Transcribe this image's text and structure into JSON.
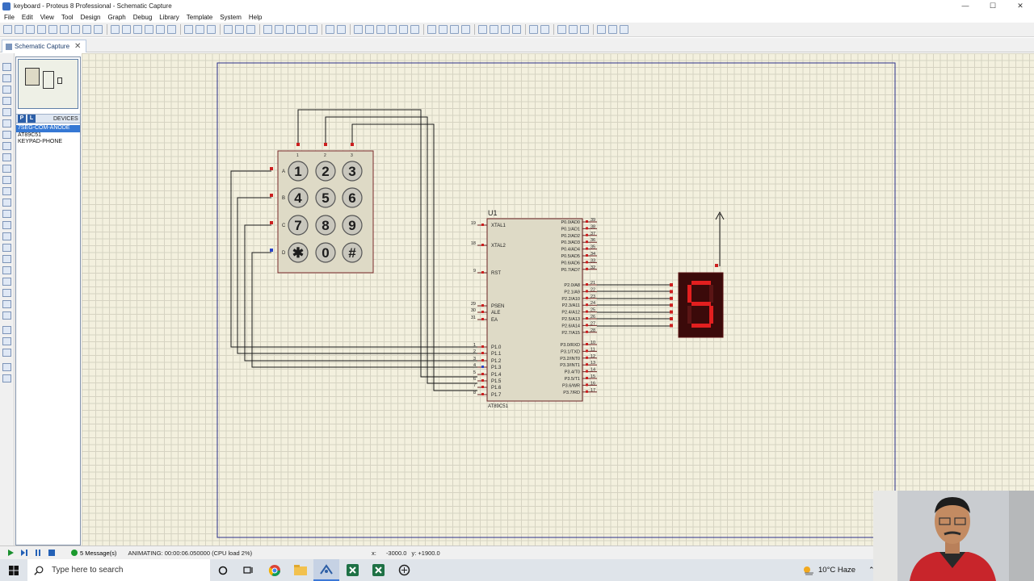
{
  "window": {
    "title": "keyboard - Proteus 8 Professional - Schematic Capture",
    "min": "—",
    "max": "☐",
    "close": "✕"
  },
  "menu": [
    "File",
    "Edit",
    "View",
    "Tool",
    "Design",
    "Graph",
    "Debug",
    "Library",
    "Template",
    "System",
    "Help"
  ],
  "tab": {
    "label": "Schematic Capture",
    "close": "✕"
  },
  "devices": {
    "p_label": "P",
    "l_label": "L",
    "header": "DEVICES",
    "items": [
      "7SEG-COM-ANODE",
      "AT89C51",
      "KEYPAD-PHONE"
    ],
    "selected_index": 0
  },
  "schematic": {
    "keypad": {
      "keys": [
        "1",
        "2",
        "3",
        "4",
        "5",
        "6",
        "7",
        "8",
        "9",
        "✱",
        "0",
        "#"
      ],
      "row_labels": [
        "A",
        "B",
        "C",
        "D"
      ],
      "col_labels": [
        "1",
        "2",
        "3"
      ]
    },
    "mcu": {
      "ref": "U1",
      "part": "AT89C51",
      "left_pins": [
        {
          "num": "19",
          "name": "XTAL1"
        },
        {
          "num": "18",
          "name": "XTAL2"
        },
        {
          "num": "9",
          "name": "RST"
        },
        {
          "num": "29",
          "name": "PSEN"
        },
        {
          "num": "30",
          "name": "ALE"
        },
        {
          "num": "31",
          "name": "EA"
        },
        {
          "num": "1",
          "name": "P1.0"
        },
        {
          "num": "2",
          "name": "P1.1"
        },
        {
          "num": "3",
          "name": "P1.2"
        },
        {
          "num": "4",
          "name": "P1.3"
        },
        {
          "num": "5",
          "name": "P1.4"
        },
        {
          "num": "6",
          "name": "P1.5"
        },
        {
          "num": "7",
          "name": "P1.6"
        },
        {
          "num": "8",
          "name": "P1.7"
        }
      ],
      "right_pins": [
        {
          "num": "39",
          "name": "P0.0/AD0"
        },
        {
          "num": "38",
          "name": "P0.1/AD1"
        },
        {
          "num": "37",
          "name": "P0.2/AD2"
        },
        {
          "num": "36",
          "name": "P0.3/AD3"
        },
        {
          "num": "35",
          "name": "P0.4/AD4"
        },
        {
          "num": "34",
          "name": "P0.5/AD5"
        },
        {
          "num": "33",
          "name": "P0.6/AD6"
        },
        {
          "num": "32",
          "name": "P0.7/AD7"
        },
        {
          "num": "21",
          "name": "P2.0/A8"
        },
        {
          "num": "22",
          "name": "P2.1/A9"
        },
        {
          "num": "23",
          "name": "P2.2/A10"
        },
        {
          "num": "24",
          "name": "P2.3/A11"
        },
        {
          "num": "25",
          "name": "P2.4/A12"
        },
        {
          "num": "26",
          "name": "P2.5/A13"
        },
        {
          "num": "27",
          "name": "P2.6/A14"
        },
        {
          "num": "28",
          "name": "P2.7/A15"
        },
        {
          "num": "10",
          "name": "P3.0/RXD"
        },
        {
          "num": "11",
          "name": "P3.1/TXD"
        },
        {
          "num": "12",
          "name": "P3.2/INT0"
        },
        {
          "num": "13",
          "name": "P3.3/INT1"
        },
        {
          "num": "14",
          "name": "P3.4/T0"
        },
        {
          "num": "15",
          "name": "P3.5/T1"
        },
        {
          "num": "16",
          "name": "P3.6/WR"
        },
        {
          "num": "17",
          "name": "P3.7/RD"
        }
      ]
    },
    "display": {
      "digit": "5",
      "segment_color": "#e21f1f"
    }
  },
  "status": {
    "messages": "5 Message(s)",
    "animating": "ANIMATING: 00:00:06.050000 (CPU load 2%)",
    "x_label": "x:",
    "x_value": "-3000.0",
    "y_label": "y:",
    "y_value": "+1900.0"
  },
  "taskbar": {
    "search_placeholder": "Type here to search",
    "weather": "10°C  Haze"
  },
  "colors": {
    "canvas": "#f3f0de",
    "component_body": "#dedac6",
    "pin_red": "#cc1f1f",
    "sheet_border": "#2b2f8a",
    "wire": "#1a1a1a"
  }
}
